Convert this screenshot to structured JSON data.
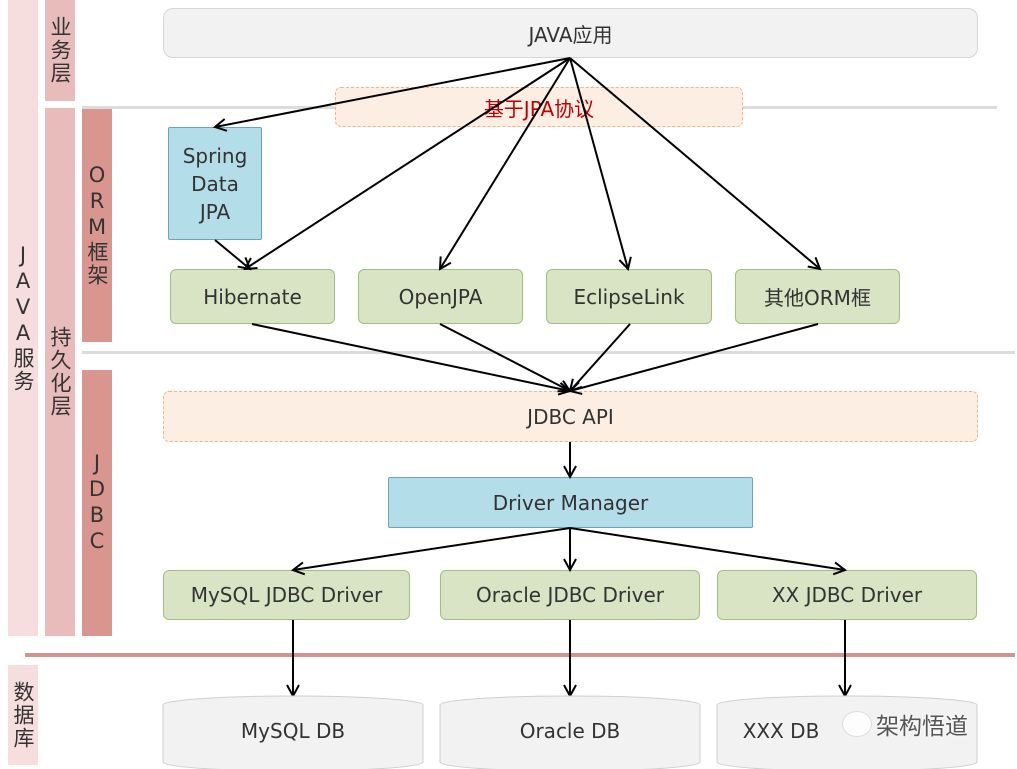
{
  "side_labels": {
    "java_service": "JAVA服务",
    "business_layer": "业务层",
    "persistence_layer": "持久化层",
    "orm_framework": "ORM框架",
    "jdbc": "JDBC",
    "database": "数据库"
  },
  "nodes": {
    "java_app": "JAVA应用",
    "jpa_protocol": "基于JPA协议",
    "spring_data_jpa": "Spring Data JPA",
    "orm": [
      "Hibernate",
      "OpenJPA",
      "EclipseLink",
      "其他ORM框"
    ],
    "jdbc_api": "JDBC API",
    "driver_manager": "Driver Manager",
    "drivers": [
      "MySQL JDBC  Driver",
      "Oracle JDBC  Driver",
      "XX JDBC  Driver"
    ],
    "databases": [
      "MySQL DB",
      "Oracle DB",
      "XXX DB"
    ]
  },
  "watermark": "架构悟道",
  "colors": {
    "protocol_text": "#c00000",
    "orm_green": "#d8e4c4",
    "blue": "#b3dde8",
    "layer_pink": "#e8b9b6",
    "orm_pink": "#d9968f"
  }
}
